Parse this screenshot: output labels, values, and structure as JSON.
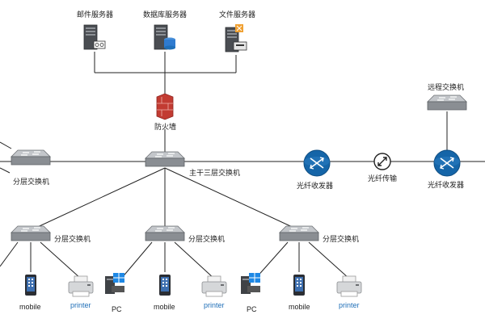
{
  "labels": {
    "mail_server": "邮件服务器",
    "db_server": "数据库服务器",
    "file_server": "文件服务器",
    "firewall": "防火墙",
    "core_switch": "主干三层交换机",
    "access_switch": "分层交换机",
    "transceiver": "光纤收发器",
    "fiber": "光纤传输",
    "remote_switch": "远程交换机",
    "pc": "PC",
    "mobile": "mobile",
    "printer": "printer"
  },
  "colors": {
    "line": "#222222",
    "switch_top": "#b9bcc0",
    "switch_side": "#7d8186",
    "transceiver": "#1565a8",
    "firewall": "#c23b32",
    "label_blue": "#1f6fb8"
  },
  "icons": [
    "server-icon",
    "database-icon",
    "firewall-icon",
    "switch-icon",
    "transceiver-icon",
    "fiber-icon",
    "pc-icon",
    "mobile-icon",
    "printer-icon"
  ]
}
